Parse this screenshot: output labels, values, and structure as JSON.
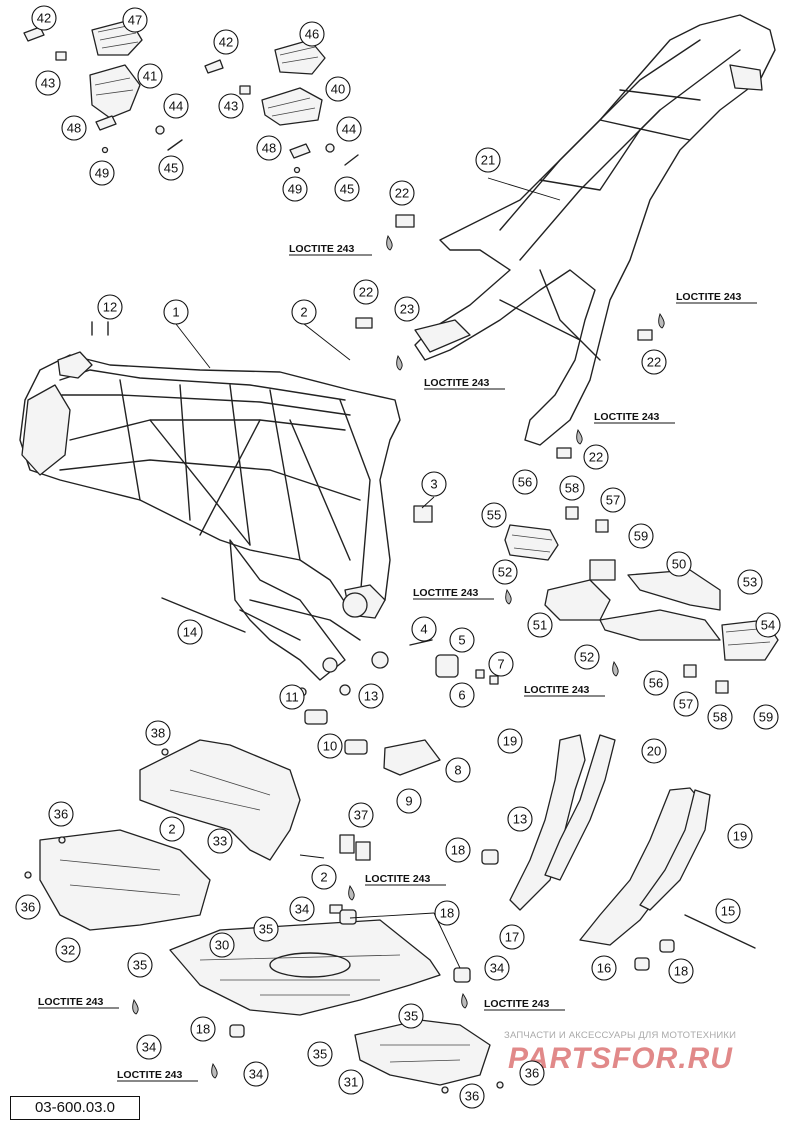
{
  "document": {
    "code": "03-600.03.0",
    "watermark_sub": "ЗАПЧАСТИ И АКСЕССУАРЫ ДЛЯ МОТОТЕХНИКИ",
    "watermark_brand": "PARTSFOR.RU"
  },
  "loctite_label": "LOCTITE 243",
  "callouts": [
    "1",
    "2",
    "3",
    "4",
    "5",
    "6",
    "7",
    "8",
    "9",
    "10",
    "11",
    "12",
    "13",
    "14",
    "15",
    "16",
    "17",
    "18",
    "19",
    "20",
    "21",
    "22",
    "23",
    "30",
    "31",
    "32",
    "33",
    "34",
    "35",
    "36",
    "37",
    "38",
    "40",
    "41",
    "42",
    "43",
    "44",
    "45",
    "46",
    "47",
    "48",
    "49",
    "50",
    "51",
    "52",
    "53",
    "54",
    "55",
    "56",
    "57",
    "58",
    "59"
  ]
}
